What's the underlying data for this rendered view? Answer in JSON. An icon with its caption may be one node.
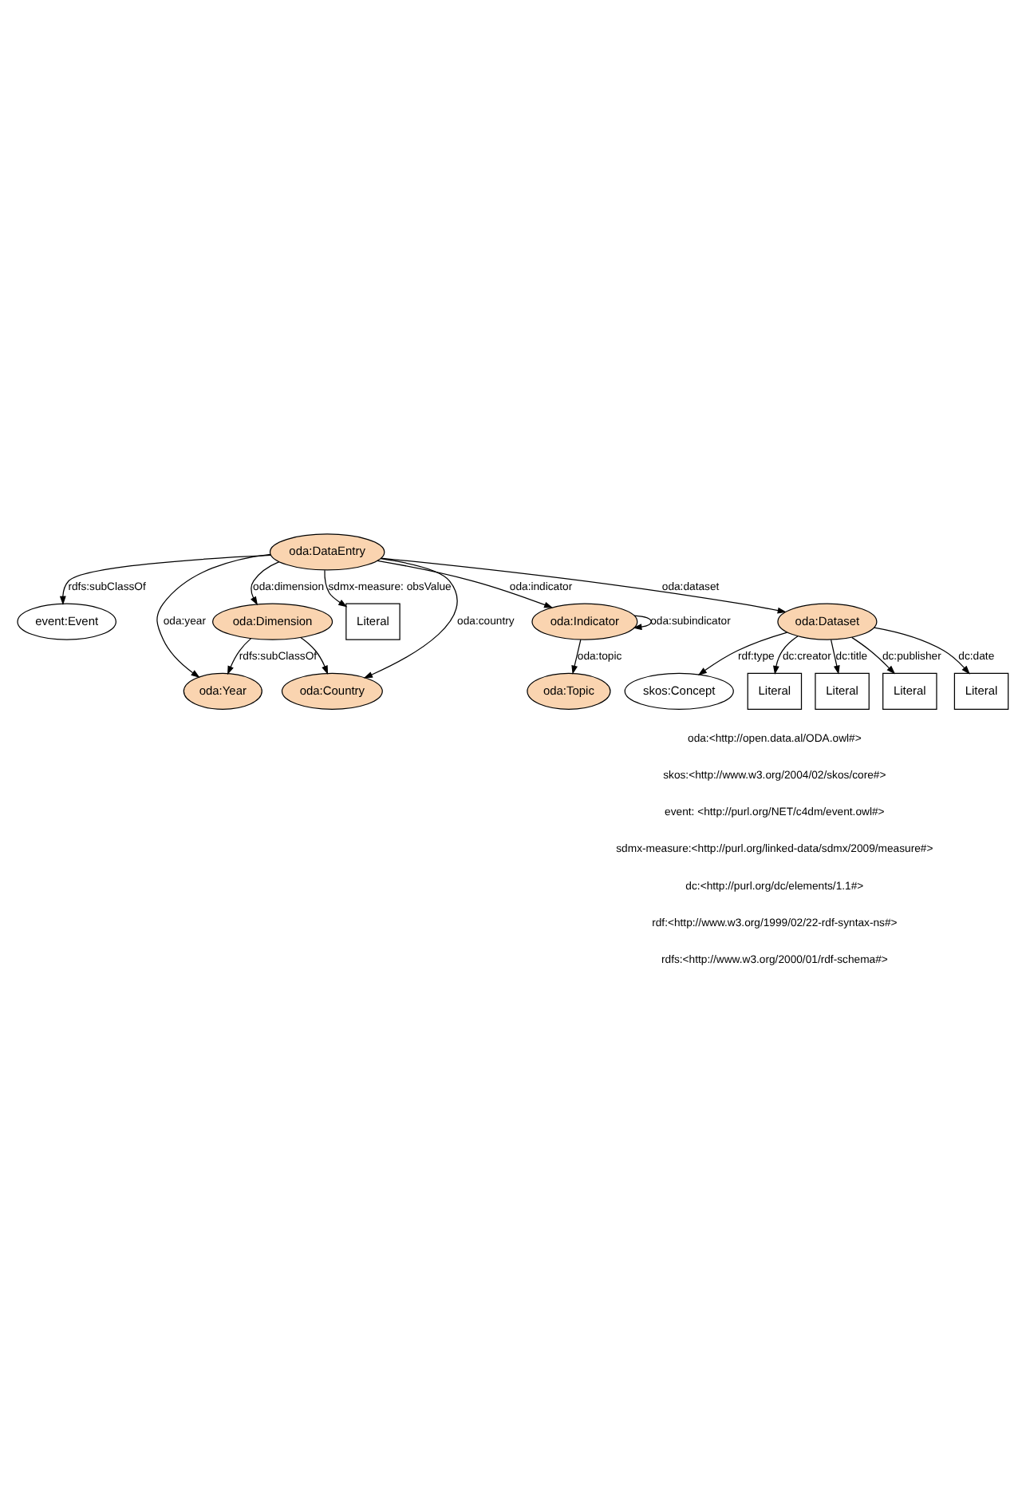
{
  "diagram": {
    "nodes": [
      {
        "text": [
          "event:Event"
        ]
      },
      {
        "text": [
          "oda:Dimension"
        ]
      },
      {
        "text": [
          "oda:DataEntry"
        ]
      },
      {
        "text": [
          "oda:Year"
        ]
      },
      {
        "text": [
          "Literal"
        ]
      },
      {
        "text": [
          "oda:Country"
        ]
      },
      {
        "text": [
          "oda:Indicator"
        ]
      },
      {
        "text": [
          "oda:Dataset"
        ]
      },
      {
        "text": [
          "oda:Topic"
        ]
      },
      {
        "text": [
          "skos:Concept"
        ]
      },
      {
        "text": [
          "Literal"
        ]
      },
      {
        "text": [
          "Literal"
        ]
      },
      {
        "text": [
          "Literal"
        ]
      },
      {
        "text": [
          "Literal"
        ]
      }
    ],
    "edges": [
      {
        "from": 2,
        "to": 0,
        "arrow": "to",
        "label": "rdfs:subClassOf"
      },
      {
        "from": 2,
        "to": 1,
        "arrow": "to",
        "label": "oda:dimension"
      },
      {
        "from": 1,
        "to": 3,
        "arrow": "to",
        "label": "rdfs:subClassOf"
      },
      {
        "from": 1,
        "to": 5,
        "arrow": "to"
      },
      {
        "from": 2,
        "to": 3,
        "arrow": "to",
        "label": "oda:year"
      },
      {
        "from": 2,
        "to": 4,
        "arrow": "to",
        "label": "sdmx-measure: obsValue"
      },
      {
        "from": 2,
        "to": 5,
        "arrow": "to",
        "label": "oda:country"
      },
      {
        "from": 2,
        "to": 6,
        "arrow": "to",
        "label": "oda:indicator"
      },
      {
        "from": 2,
        "to": 7,
        "arrow": "to",
        "label": "oda:dataset"
      },
      {
        "from": 6,
        "to": 6,
        "arrow": "to",
        "label": "oda:subindicator"
      },
      {
        "from": 6,
        "to": 8,
        "arrow": "to",
        "label": "oda:topic"
      },
      {
        "from": 7,
        "to": 9,
        "arrow": "to",
        "label": "rdf:type"
      },
      {
        "from": 7,
        "to": 10,
        "arrow": "to",
        "label": "dc:creator"
      },
      {
        "from": 7,
        "to": 11,
        "arrow": "to",
        "label": "dc:title"
      },
      {
        "from": 7,
        "to": 12,
        "arrow": "to",
        "label": "dc:publisher"
      },
      {
        "from": 7,
        "to": 13,
        "arrow": "to",
        "label": "dc:date"
      }
    ],
    "labels": [
      "oda:<http://open.data.al/ODA.owl#>",
      "skos:<http://www.w3.org/2004/02/skos/core#>",
      "event: <http://purl.org/NET/c4dm/event.owl#>",
      "sdmx-measure:<http://purl.org/linked-data/sdmx/2009/measure#>",
      "dc:<http://purl.org/dc/elements/1.1#>",
      "rdf:<http://www.w3.org/1999/02/22-rdf-syntax-ns#>",
      "rdfs:<http://www.w3.org/2000/01/rdf-schema#>"
    ]
  }
}
